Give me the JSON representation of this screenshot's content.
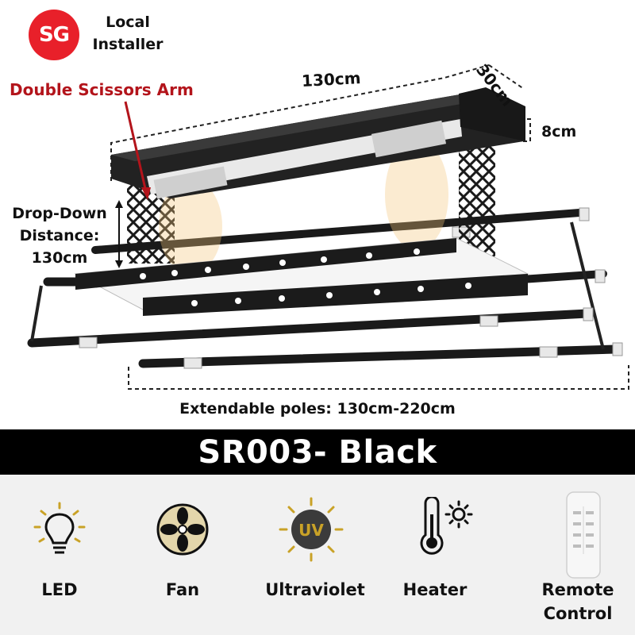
{
  "badge": {
    "text": "SG",
    "installer": "Local\nInstaller",
    "installer_line1": "Local",
    "installer_line2": "Installer",
    "color": "#e8202a"
  },
  "annotations": {
    "arm_label": "Double Scissors Arm",
    "width": "130cm",
    "depth": "30cm",
    "height": "8cm",
    "drop_line1": "Drop-Down",
    "drop_line2": "Distance:",
    "drop_line3": "130cm",
    "poles": "Extendable poles: 130cm-220cm"
  },
  "title": "SR003- Black",
  "features": [
    {
      "icon": "led-bulb-icon",
      "label": "LED"
    },
    {
      "icon": "fan-icon",
      "label": "Fan"
    },
    {
      "icon": "uv-icon",
      "label": "Ultraviolet",
      "badge": "UV"
    },
    {
      "icon": "thermometer-sun-icon",
      "label": "Heater"
    },
    {
      "icon": "remote-control-icon",
      "label_line1": "Remote",
      "label_line2": "Control"
    }
  ],
  "colors": {
    "accent_red": "#b3141b",
    "banner": "#000000",
    "icon_gold": "#c9a227"
  }
}
